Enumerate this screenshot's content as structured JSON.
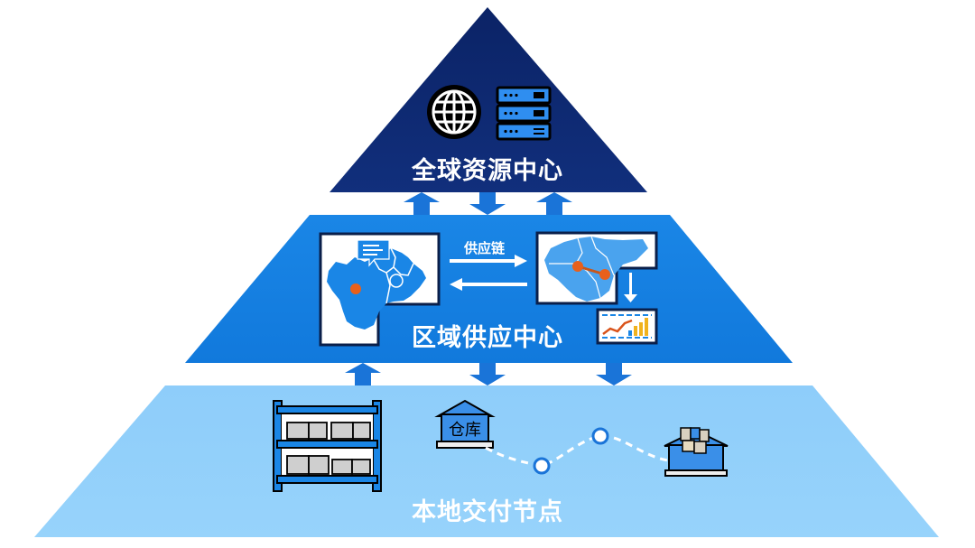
{
  "diagram": {
    "type": "pyramid",
    "colors": {
      "top": "#0d2a73",
      "middle": "#1580e0",
      "bottom": "#92d0fa",
      "arrow": "#1470d6",
      "accent_orange": "#e8601c",
      "accent_yellow": "#f0b21e"
    },
    "layers": [
      {
        "id": "top",
        "label": "全球资源中心",
        "icons": [
          "globe-icon",
          "server-rack-icon"
        ]
      },
      {
        "id": "middle",
        "label": "区域供应中心",
        "icons": [
          "region-map-icon",
          "region-map-route-icon",
          "analytics-chart-icon"
        ],
        "flow_label": "供应链"
      },
      {
        "id": "bottom",
        "label": "本地交付节点",
        "icons": [
          "storage-shelf-icon",
          "warehouse-icon",
          "delivery-house-icon"
        ],
        "warehouse_text": "仓库"
      }
    ],
    "connections": [
      {
        "from": "middle",
        "to": "top",
        "direction": "up"
      },
      {
        "from": "top",
        "to": "middle",
        "direction": "down"
      },
      {
        "from": "middle",
        "to": "top",
        "direction": "up"
      },
      {
        "from": "bottom",
        "to": "middle",
        "direction": "up"
      },
      {
        "from": "middle",
        "to": "bottom",
        "direction": "down"
      },
      {
        "from": "middle",
        "to": "bottom",
        "direction": "down"
      }
    ]
  }
}
